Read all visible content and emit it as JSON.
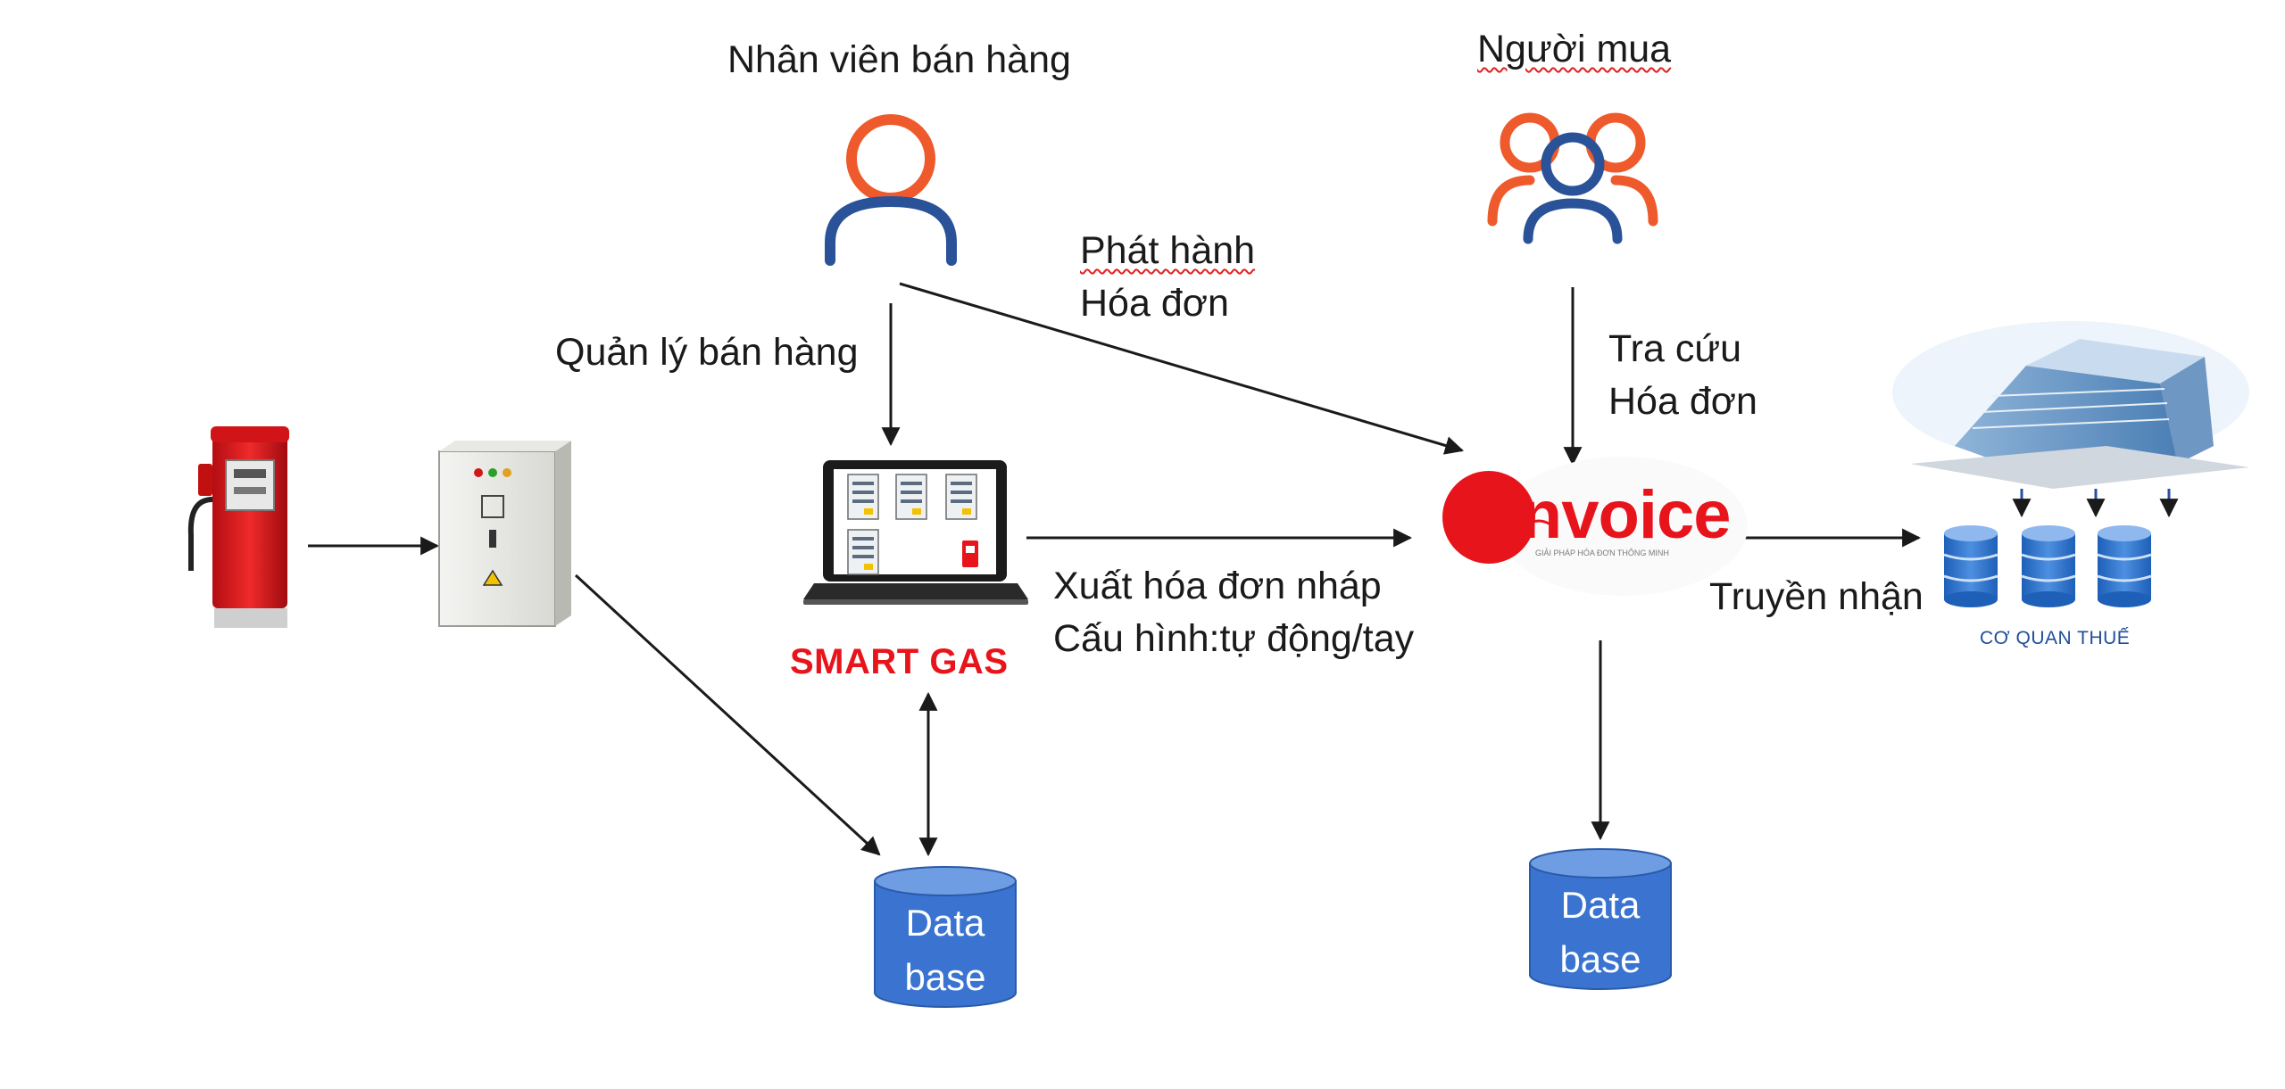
{
  "actors": {
    "seller": "Nhân viên bán hàng",
    "buyer": "Người mua"
  },
  "flows": {
    "manage_sales": "Quản lý bán hàng",
    "issue_invoice": [
      "Phát hành",
      "Hóa đơn"
    ],
    "lookup_invoice": [
      "Tra cứu",
      "Hóa đơn"
    ],
    "export_draft": [
      "Xuất hóa đơn nháp",
      "Cấu hình:tự động/tay"
    ],
    "transmit": "Truyền nhận"
  },
  "systems": {
    "smart_gas": "SMART GAS",
    "sinvoice": "SInvoice",
    "sinvoice_tagline": "GIẢI PHÁP HÓA ĐƠN THÔNG MINH",
    "tax_authority": "CƠ QUAN THUẾ"
  },
  "databases": {
    "left": [
      "Data",
      "base"
    ],
    "right": [
      "Data",
      "base"
    ]
  },
  "colors": {
    "person_orange": "#ee5a2c",
    "person_blue": "#2a5298",
    "db_fill": "#3a74d0",
    "db_top": "#6f9de3",
    "brand_red": "#e8141c",
    "arrow": "#1a1a1a"
  },
  "icons": {
    "seller": "person-icon",
    "buyer": "people-group-icon",
    "pump": "fuel-pump-icon",
    "cabinet": "control-cabinet-icon",
    "laptop": "laptop-icon",
    "building": "tax-office-building-icon"
  }
}
